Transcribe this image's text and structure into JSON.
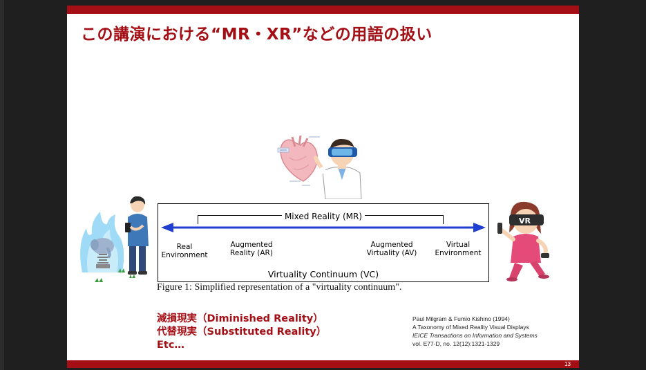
{
  "slide": {
    "title": "この講演における“MR・XR”などの用語の扱い",
    "page_number": "13"
  },
  "diagram": {
    "mixed_reality": "Mixed Reality (MR)",
    "real_env": [
      "Real",
      "Environment"
    ],
    "augmented_reality": [
      "Augmented",
      "Reality (AR)"
    ],
    "augmented_virtuality": [
      "Augmented",
      "Virtuality (AV)"
    ],
    "virtual_env": [
      "Virtual",
      "Environment"
    ],
    "virtuality_continuum": "Virtuality Continuum (VC)",
    "caption": "Figure 1: Simplified representation of a \"virtuality continuum\"."
  },
  "terms": [
    "減損現実（Diminished Reality）",
    "代替現実（Substituted Reality）",
    "Etc…"
  ],
  "reference": {
    "line1": "Paul Milgram & Fumio Kishino (1994)",
    "line2": "A Taxonomy of Mixed Reality Visual Displays",
    "line3": "IEICE Transactions on Information and Systems",
    "line4": "vol. E77-D, no. 12(12):1321-1329"
  },
  "illustrations": {
    "vr_headset_text": "VR"
  },
  "colors": {
    "accent": "#a30f14",
    "arrow": "#1e3fd0"
  }
}
